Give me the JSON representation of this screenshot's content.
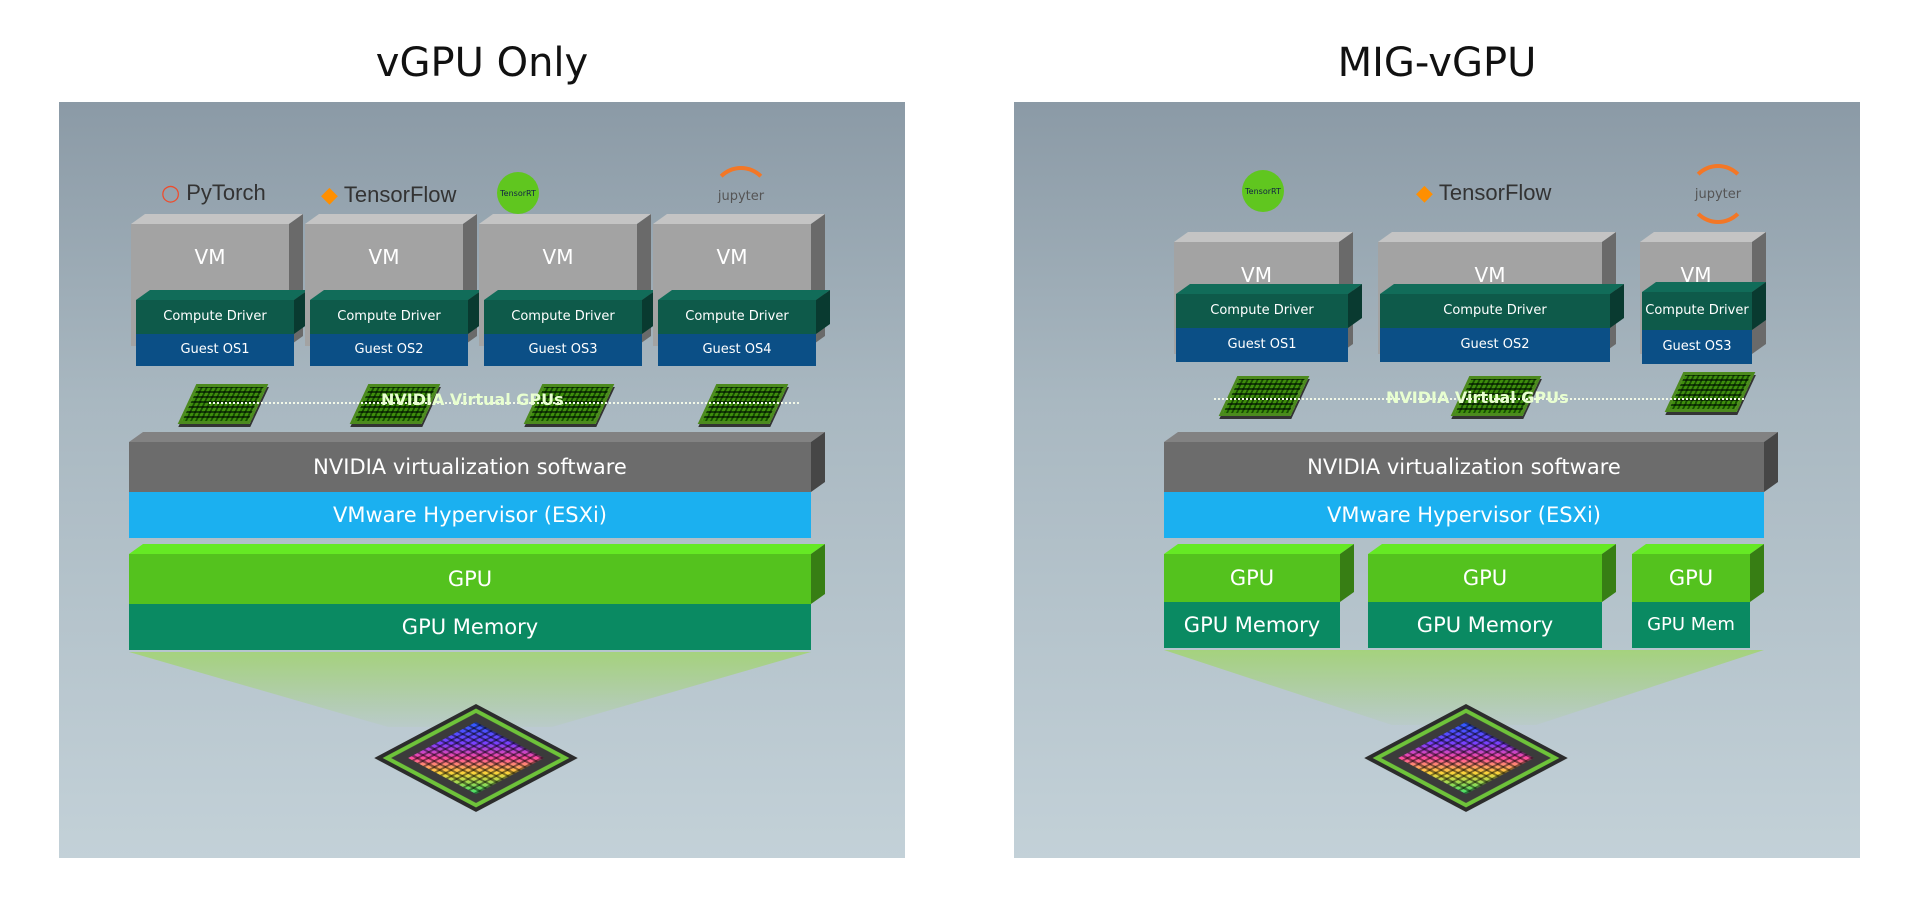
{
  "left": {
    "title": "vGPU Only",
    "logos": [
      "PyTorch",
      "TensorFlow",
      "TensorRT",
      "jupyter"
    ],
    "vms": [
      {
        "label": "VM",
        "driver": "Compute Driver",
        "os": "Guest OS1"
      },
      {
        "label": "VM",
        "driver": "Compute Driver",
        "os": "Guest OS2"
      },
      {
        "label": "VM",
        "driver": "Compute Driver",
        "os": "Guest OS3"
      },
      {
        "label": "VM",
        "driver": "Compute Driver",
        "os": "Guest OS4"
      }
    ],
    "vgpu_label": "NVIDIA Virtual GPUs",
    "virt_software": "NVIDIA virtualization software",
    "hypervisor": "VMware Hypervisor (ESXi)",
    "gpu": "GPU",
    "gpu_memory": "GPU Memory"
  },
  "right": {
    "title": "MIG-vGPU",
    "logos": [
      "TensorRT",
      "TensorFlow",
      "jupyter"
    ],
    "vms": [
      {
        "label": "VM",
        "driver": "Compute Driver",
        "os": "Guest OS1"
      },
      {
        "label": "VM",
        "driver": "Compute Driver",
        "os": "Guest OS2"
      },
      {
        "label": "VM",
        "driver": "Compute Driver",
        "os": "Guest OS3"
      }
    ],
    "vgpu_label": "NVIDIA Virtual GPUs",
    "virt_software": "NVIDIA virtualization software",
    "hypervisor": "VMware Hypervisor (ESXi)",
    "gpu_slices": [
      {
        "gpu": "GPU",
        "memory": "GPU Memory"
      },
      {
        "gpu": "GPU",
        "memory": "GPU Memory"
      },
      {
        "gpu": "GPU",
        "memory": "GPU Mem"
      }
    ]
  },
  "colors": {
    "vm": "#a3a3a3",
    "driver": "#0e5a4a",
    "guest_os": "#0b4f86",
    "virt": "#6c6c6c",
    "hypervisor": "#1bb0f0",
    "gpu": "#54c21e",
    "gpu_memory": "#0a8a62",
    "nvidia_green": "#76b900"
  }
}
